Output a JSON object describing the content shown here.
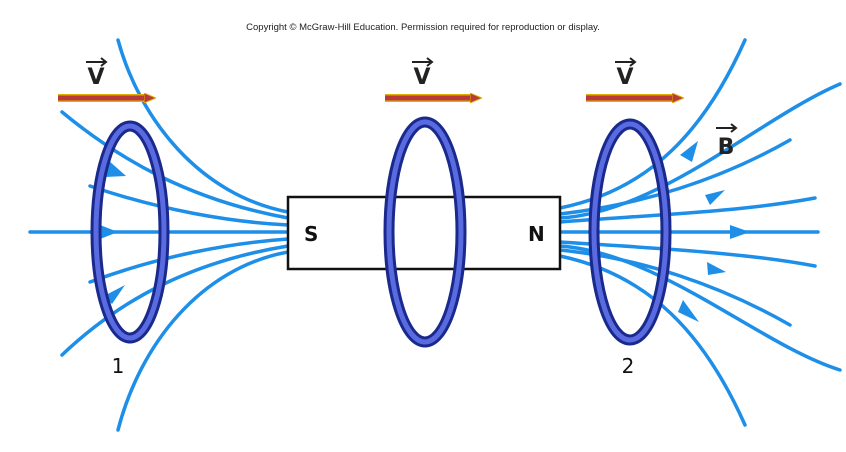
{
  "copyright": "Copyright © McGraw-Hill Education. Permission required for reproduction or display.",
  "velocity_label": "V",
  "field_label": "B",
  "magnet": {
    "south_label": "S",
    "north_label": "N"
  },
  "loops": [
    {
      "number": "1"
    },
    {
      "number": "2"
    }
  ],
  "colors": {
    "field_line": "#1e8fe8",
    "loop": "#1a2a8c",
    "velocity_arrow": "#b83a3a"
  }
}
